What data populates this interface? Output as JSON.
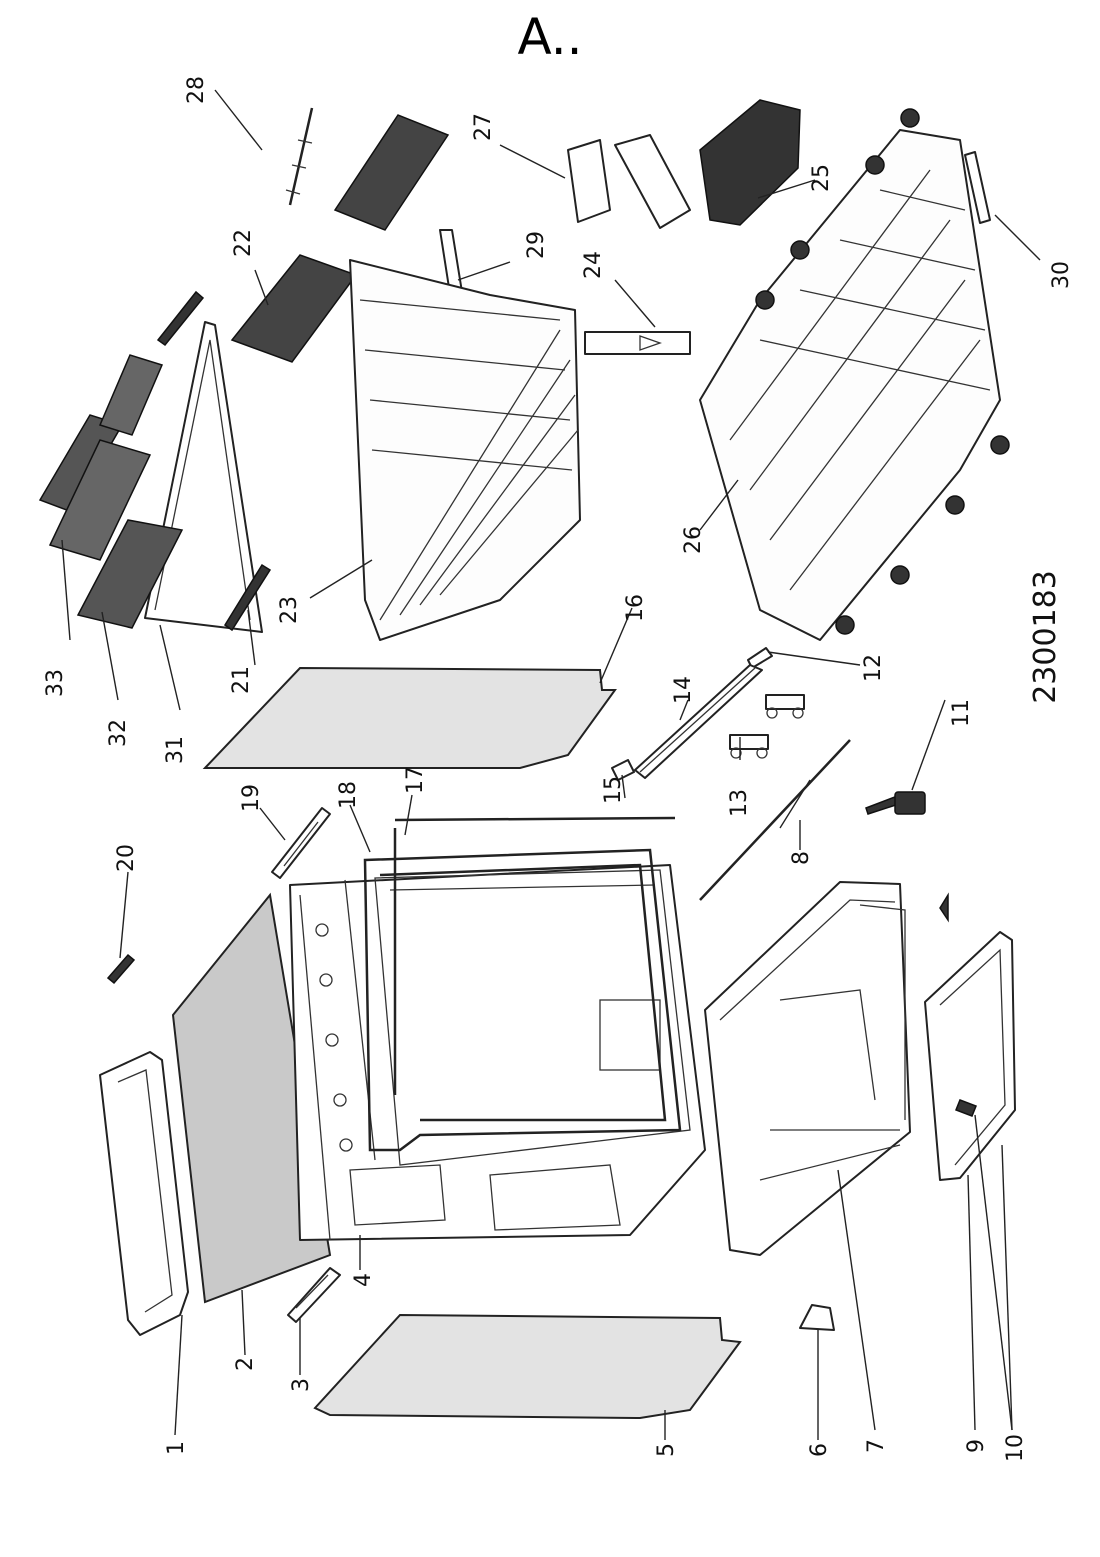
{
  "title": "A..",
  "drawing_number": "2300183",
  "part_labels": [
    "1",
    "2",
    "3",
    "4",
    "5",
    "6",
    "7",
    "8",
    "9",
    "10",
    "11",
    "12",
    "13",
    "14",
    "15",
    "16",
    "17",
    "18",
    "19",
    "20",
    "21",
    "22",
    "23",
    "24",
    "25",
    "26",
    "27",
    "28",
    "29",
    "30",
    "31",
    "32",
    "33"
  ]
}
